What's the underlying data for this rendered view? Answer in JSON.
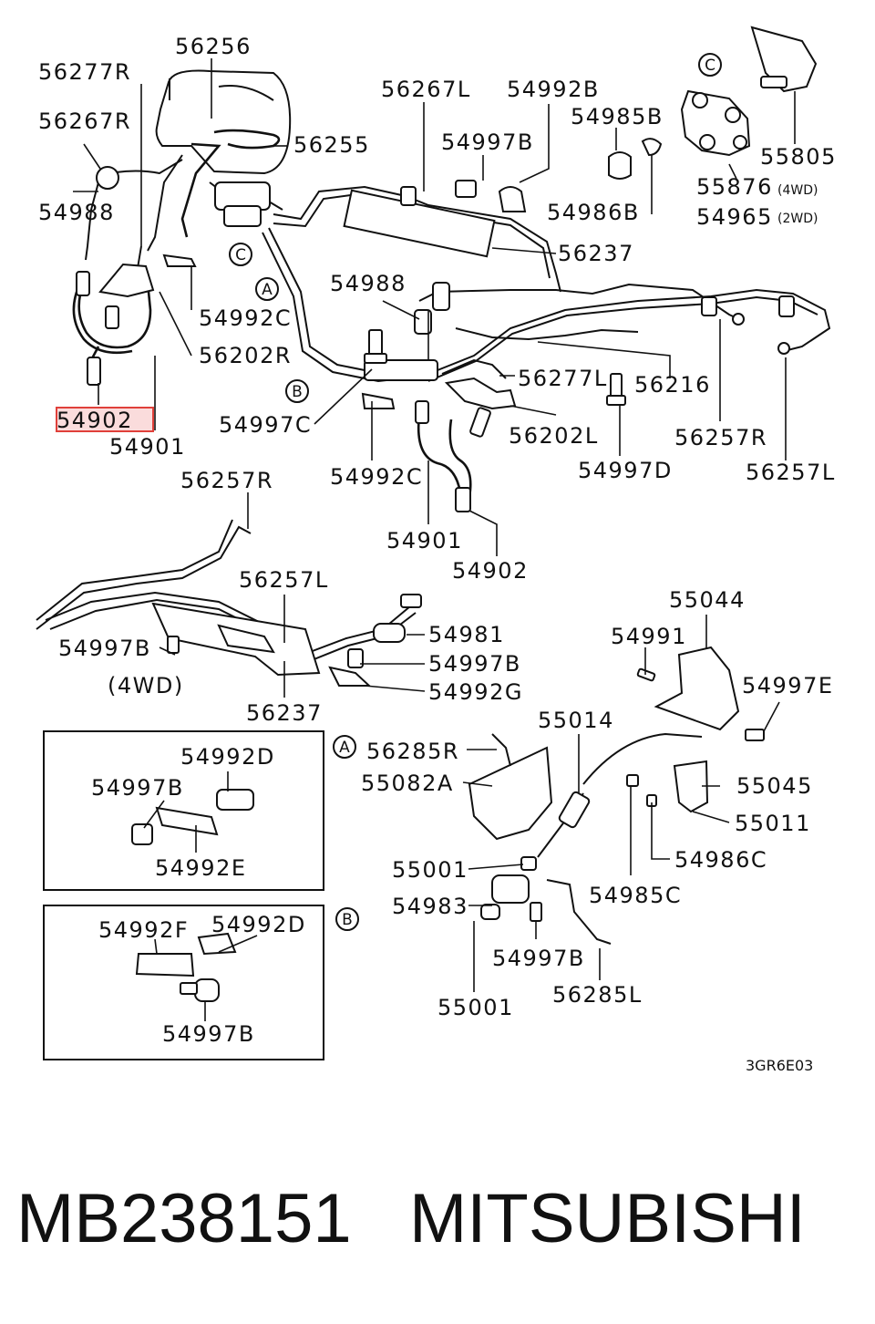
{
  "footer": {
    "part_number": "MB238151",
    "brand": "MITSUBISHI"
  },
  "drawing_code": "3GR6E03",
  "highlighted_part": "54902",
  "section_tags": {
    "four_wd_caption": "(4WD)",
    "variant_4wd": "(4WD)",
    "variant_2wd": "(2WD)"
  },
  "callouts": {
    "A": "A",
    "B": "B",
    "C": "C"
  },
  "labels": {
    "p56256": "56256",
    "p56277R": "56277R",
    "p56267R": "56267R",
    "p56255": "56255",
    "p54988_left": "54988",
    "p54992C_top": "54992C",
    "p56202R": "56202R",
    "p54902_hl": "54902",
    "p54901_left": "54901",
    "p56267L": "56267L",
    "p54992B": "54992B",
    "p54985B": "54985B",
    "p54997B_top": "54997B",
    "p54986B": "54986B",
    "p55805": "55805",
    "p55876": "55876",
    "p54965": "54965",
    "p56237_top": "56237",
    "p54988_mid": "54988",
    "p54997C": "54997C",
    "p54992C_mid": "54992C",
    "p56277L": "56277L",
    "p56216": "56216",
    "p56202L": "56202L",
    "p54997D": "54997D",
    "p56257R_top": "56257R",
    "p56257L_top": "56257L",
    "p54901_mid": "54901",
    "p54902_mid": "54902",
    "p56257R_mid": "56257R",
    "p56257L_mid": "56257L",
    "p54981": "54981",
    "p54997B_4wd_left": "54997B",
    "p54997B_4wd_right": "54997B",
    "p54992G": "54992G",
    "p56237_bot": "56237",
    "p54992D_A": "54992D",
    "p54997B_A": "54997B",
    "p54992E": "54992E",
    "p54992F": "54992F",
    "p54992D_B": "54992D",
    "p54997B_B": "54997B",
    "p55044": "55044",
    "p54991": "54991",
    "p54997E": "54997E",
    "p55014": "55014",
    "p56285R": "56285R",
    "p55082A": "55082A",
    "p55045": "55045",
    "p55011": "55011",
    "p54986C": "54986C",
    "p55001_top": "55001",
    "p54985C": "54985C",
    "p54983": "54983",
    "p54997B_bot": "54997B",
    "p56285L": "56285L",
    "p55001_bot": "55001"
  }
}
